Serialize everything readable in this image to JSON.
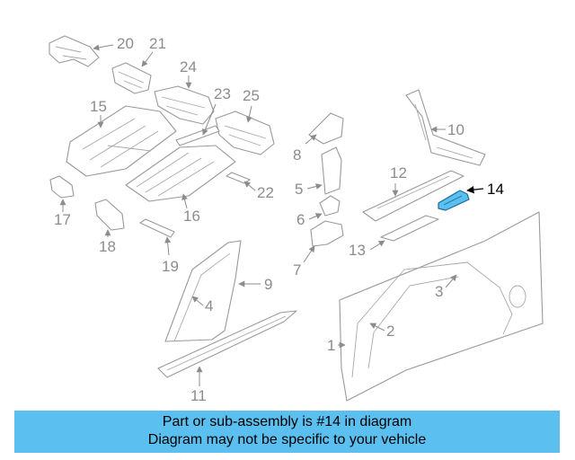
{
  "diagram": {
    "highlighted_part": "14",
    "highlight_color": "#5bc0f0",
    "callouts": [
      "1",
      "2",
      "3",
      "4",
      "5",
      "6",
      "7",
      "8",
      "9",
      "10",
      "11",
      "12",
      "13",
      "14",
      "15",
      "16",
      "17",
      "18",
      "19",
      "20",
      "21",
      "22",
      "23",
      "24",
      "25"
    ]
  },
  "banner": {
    "line1": "Part or sub-assembly is #14 in diagram",
    "line2": "Diagram may not be specific to your vehicle",
    "background": "#5bc0f0"
  }
}
